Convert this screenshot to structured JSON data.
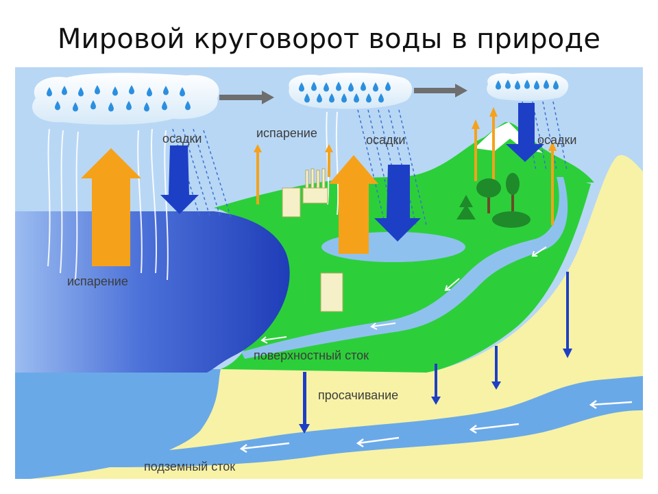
{
  "title": "Мировой круговорот воды в природе",
  "labels": {
    "evaporation_sea": "испарение",
    "precipitation_sea": "осадки",
    "evaporation_land": "испарение",
    "precipitation_land": "осадки",
    "precipitation_mountain": "осадки",
    "surface_runoff": "поверхностный сток",
    "seepage": "просачивание",
    "underground_runoff": "подземный сток"
  },
  "colors": {
    "sky": "#b8d7f5",
    "sea": "#2f55c8",
    "land": "#2ccf3a",
    "sand": "#f7f2a6",
    "water_light": "#6aa9e8",
    "arrow_orange": "#f5a21a",
    "arrow_blue": "#1d3fc6",
    "arrow_gray": "#6e6e6e"
  }
}
